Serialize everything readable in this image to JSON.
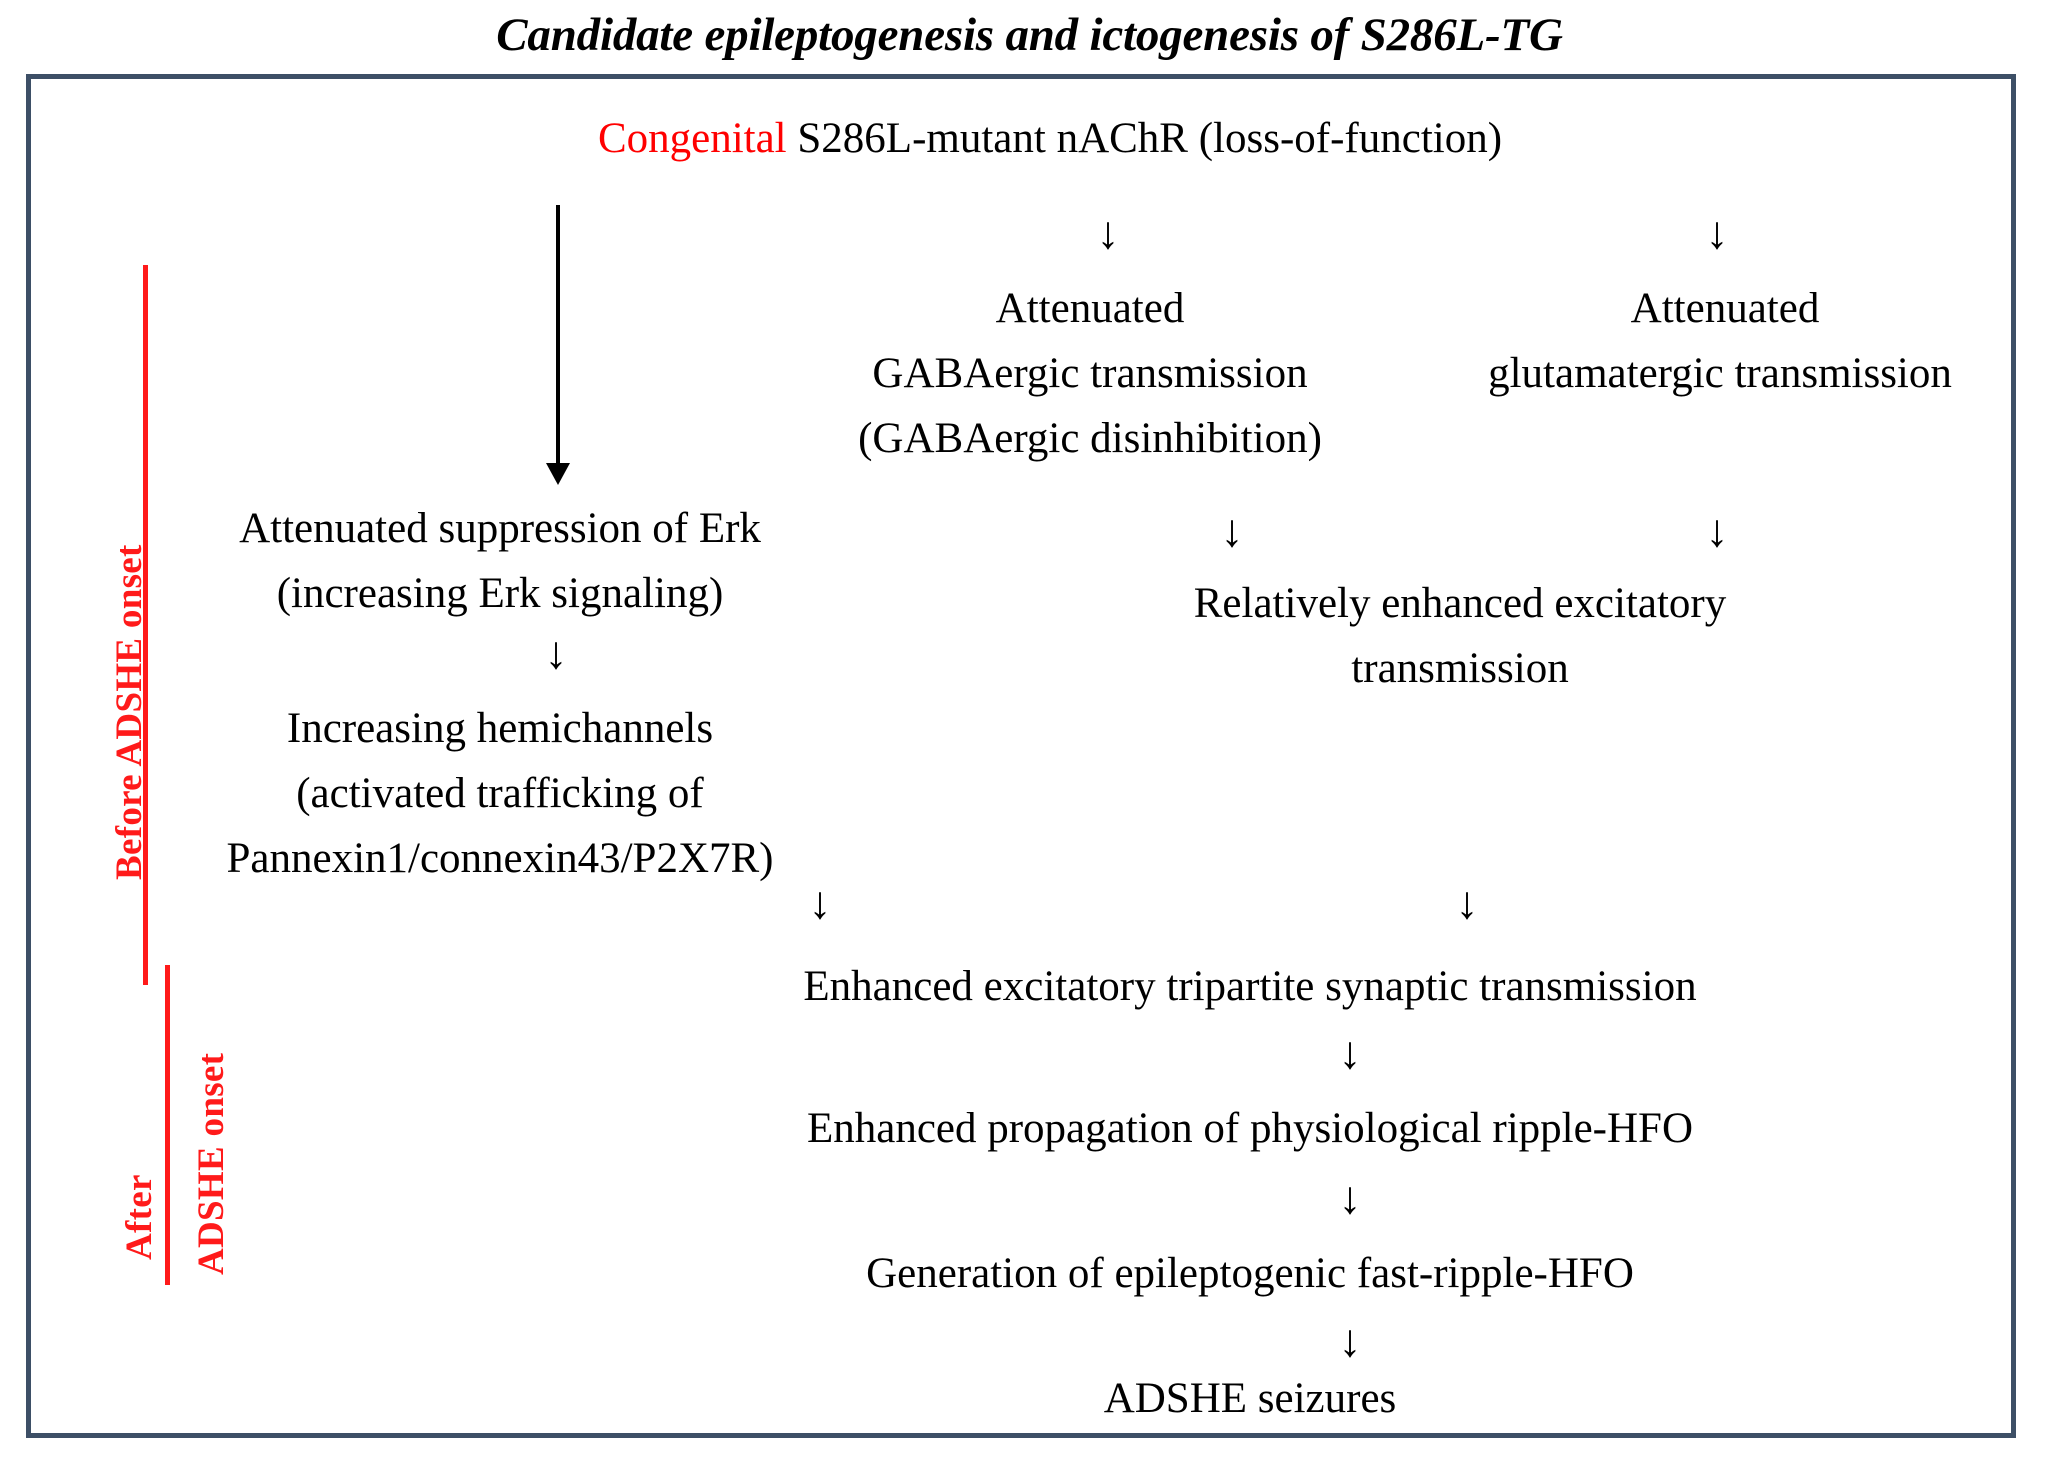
{
  "figure": {
    "title": "Candidate epileptogenesis and ictogenesis of S286L-TG",
    "frame_color": "#3d4f66",
    "accent_color": "#ff0000"
  },
  "phases": {
    "before": {
      "label": "Before ADSHE onset"
    },
    "after": {
      "label_line1": "After",
      "label_line2": "ADSHE onset"
    }
  },
  "nodes": {
    "origin": {
      "highlight": "Congenital",
      "rest": " S286L-mutant nAChR (loss-of-function)"
    },
    "gaba": {
      "line1": "Attenuated",
      "line2": "GABAergic transmission",
      "line3": "(GABAergic disinhibition)"
    },
    "glutamate": {
      "line1": "Attenuated",
      "line2": "glutamatergic transmission"
    },
    "erk": {
      "line1": "Attenuated suppression of Erk",
      "line2": "(increasing Erk signaling)"
    },
    "excitatory": {
      "line1": "Relatively enhanced excitatory",
      "line2": "transmission"
    },
    "hemichannels": {
      "line1": "Increasing hemichannels",
      "line2": "(activated trafficking of",
      "line3": "Pannexin1/connexin43/P2X7R)"
    },
    "tripartite": {
      "text": "Enhanced excitatory tripartite synaptic transmission"
    },
    "ripple": {
      "text": "Enhanced propagation of physiological ripple-HFO"
    },
    "fastripple": {
      "text": "Generation of epileptogenic  fast-ripple-HFO"
    },
    "seizures": {
      "text": "ADSHE seizures"
    }
  },
  "arrows": {
    "glyph": "↓",
    "names": [
      "origin-to-gaba",
      "origin-to-glutamate",
      "origin-to-erk",
      "gaba-to-excitatory",
      "glutamate-to-excitatory",
      "hemichannels-to-tripartite",
      "excitatory-to-tripartite",
      "tripartite-to-ripple",
      "ripple-to-fastripple",
      "fastripple-to-seizures"
    ]
  }
}
